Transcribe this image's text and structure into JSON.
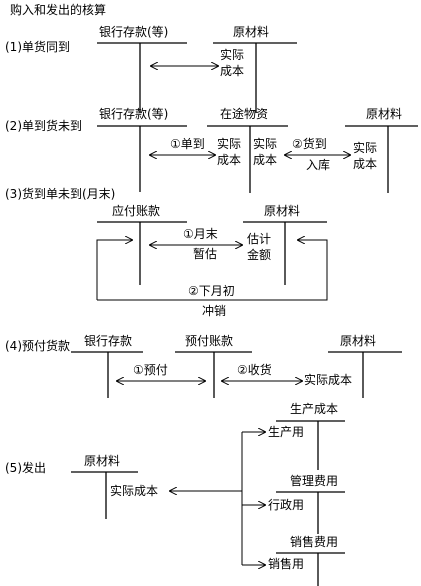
{
  "title": "购入和发出的核算",
  "sections": {
    "s1": {
      "label": "(1)单货同到",
      "acct_bank": "银行存款(等)",
      "acct_raw": "原材料",
      "entry_cost_1": "实际",
      "entry_cost_2": "成本"
    },
    "s2": {
      "label": "(2)单到货未到",
      "acct_bank": "银行存款(等)",
      "acct_transit": "在途物资",
      "acct_raw": "原材料",
      "step1": "①单到",
      "step2_1": "②货到",
      "step2_2": "入库",
      "cost_a_1": "实际",
      "cost_a_2": "成本",
      "cost_b_1": "实际",
      "cost_b_2": "成本",
      "cost_c_1": "实际",
      "cost_c_2": "成本"
    },
    "s3": {
      "label": "(3)货到单未到(月末)",
      "acct_payable": "应付账款",
      "acct_raw": "原材料",
      "step1_1": "①月末",
      "step1_2": "暂估",
      "est_1": "估计",
      "est_2": "金额",
      "step2": "②下月初",
      "reverse": "冲销"
    },
    "s4": {
      "label": "(4)预付货款",
      "acct_bank": "银行存款",
      "acct_prepaid": "预付账款",
      "acct_raw": "原材料",
      "step1": "①预付",
      "step2": "②收货",
      "cost": "实际成本"
    },
    "s5": {
      "label": "(5)发出",
      "acct_raw": "原材料",
      "cost": "实际成本",
      "acct_prod": "生产成本",
      "use_prod": "生产用",
      "acct_admin": "管理费用",
      "use_admin": "行政用",
      "acct_sales": "销售费用",
      "use_sales": "销售用"
    }
  }
}
